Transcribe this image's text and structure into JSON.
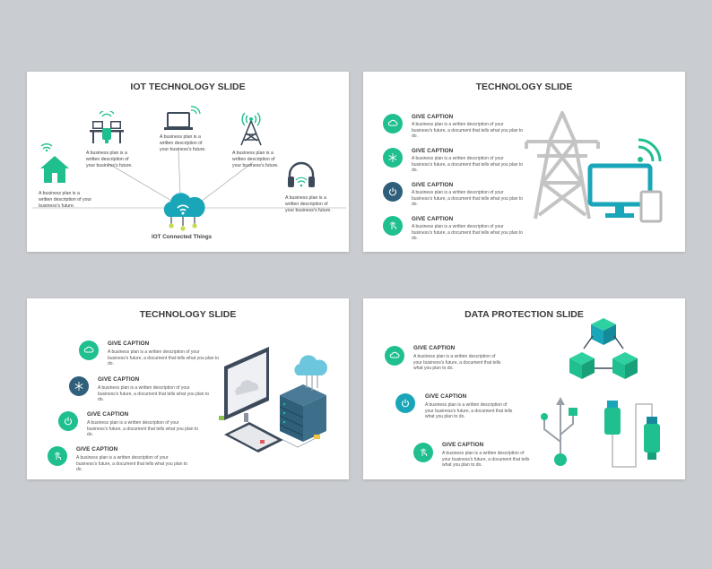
{
  "colors": {
    "green": "#1fbf8f",
    "teal": "#19a6b8",
    "navy": "#2f5f7a",
    "gray": "#b8b8b8",
    "dark": "#3d4a5a"
  },
  "slide1": {
    "title": "IOT TECHNOLOGY SLIDE",
    "center": "IOT Connected Things",
    "desc_a": "A business plan is a written description of your business's future.",
    "icons": [
      "home-icon",
      "workstation-icon",
      "laptop-icon",
      "tower-icon",
      "headphones-icon",
      "cloud-icon"
    ]
  },
  "slide2": {
    "title": "TECHNOLOGY SLIDE",
    "items": [
      {
        "caption": "GIVE CAPTION",
        "desc": "A business plan is a written description of your business's future, a document that tells what you plan to do.",
        "icon": "cloud-icon"
      },
      {
        "caption": "GIVE CAPTION",
        "desc": "A business plan is a written description of your business's future, a document that tells what you plan to do.",
        "icon": "snowflake-icon"
      },
      {
        "caption": "GIVE CAPTION",
        "desc": "A business plan is a written description of your business's future, a document that tells what you plan to do.",
        "icon": "power-icon"
      },
      {
        "caption": "GIVE CAPTION",
        "desc": "A business plan is a written description of your business's future, a document that tells what you plan to do.",
        "icon": "tap-icon"
      }
    ]
  },
  "slide3": {
    "title": "TECHNOLOGY SLIDE",
    "items": [
      {
        "caption": "GIVE CAPTION",
        "desc": "A business plan is a written description of your business's future, a document that tells what you plan to do."
      },
      {
        "caption": "GIVE CAPTION",
        "desc": "A business plan is a written description of your business's future, a document that tells what you plan to do."
      },
      {
        "caption": "GIVE CAPTION",
        "desc": "A business plan is a written description of your business's future, a document that tells what you plan to do."
      },
      {
        "caption": "GIVE CAPTION",
        "desc": "A business plan is a written description of your business's future, a document that tells what you plan to do."
      }
    ]
  },
  "slide4": {
    "title": "DATA PROTECTION SLIDE",
    "items": [
      {
        "caption": "GIVE CAPTION",
        "desc": "A business plan is a written description of your business's future, a document that tells what you plan to do."
      },
      {
        "caption": "GIVE CAPTION",
        "desc": "A business plan is a written description of your business's future, a document that tells what you plan to do."
      },
      {
        "caption": "GIVE CAPTION",
        "desc": "A business plan is a written description of your business's future, a document that tells what you plan to do."
      }
    ]
  }
}
